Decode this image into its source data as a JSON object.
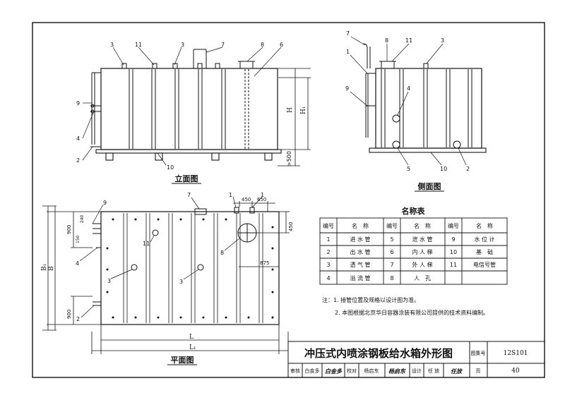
{
  "views": {
    "elevation": {
      "caption": "立面图",
      "dim_h": "H",
      "dim_h1": "H₁",
      "dim_500": ">500"
    },
    "side": {
      "caption": "侧面图"
    },
    "plan": {
      "caption": "平面图",
      "dim_l": "L",
      "dim_l1": "L₁",
      "dim_b": "B",
      "dim_b1": "B₁",
      "dim_900_top": "900",
      "dim_240": "240",
      "dim_150": "150",
      "dim_900_bottom": "900",
      "dim_450_top": "450",
      "dim_650": "650",
      "dim_450_right": "450",
      "dim_875": "875"
    }
  },
  "callouts": {
    "elevation": [
      "3",
      "11",
      "3",
      "7",
      "8",
      "6",
      "9",
      "4",
      "2",
      "10"
    ],
    "side": [
      "7",
      "8",
      "11",
      "3",
      "1",
      "9",
      "4",
      "5",
      "10",
      "2"
    ],
    "plan": [
      "9",
      "7",
      "1",
      "1",
      "11",
      "8",
      "4",
      "3",
      "3",
      "2"
    ]
  },
  "legend": {
    "title": "名称表",
    "headers": [
      "编号",
      "名　称",
      "编号",
      "名　称",
      "编号",
      "名　称"
    ],
    "rows": [
      [
        "1",
        "进 水 管",
        "5",
        "泄 水 管",
        "9",
        "水 位 计"
      ],
      [
        "2",
        "出 水 管",
        "6",
        "内 人 梯",
        "10",
        "基　础"
      ],
      [
        "3",
        "透 气 管",
        "7",
        "外 人 梯",
        "11",
        "电信号管"
      ],
      [
        "4",
        "溢 流 管",
        "8",
        "人　孔",
        "",
        ""
      ]
    ]
  },
  "notes": [
    "注：1. 接管位置及规格以设计图为准。",
    "2. 本图根据北京华日容器涂装有限公司提供的技术资料编制。"
  ],
  "title_block": {
    "title": "冲压式内喷涂钢板给水箱外形图",
    "atlas_label": "图集号",
    "atlas_no": "12S101",
    "review_label": "审核",
    "review_name": "白金多",
    "review_sig": "白金多",
    "check_label": "校对",
    "check_name": "杨启东",
    "check_sig": "杨启东",
    "design_label": "设计",
    "design_name": "任 放",
    "design_sig": "任放",
    "page_label": "页",
    "page_no": "40"
  }
}
